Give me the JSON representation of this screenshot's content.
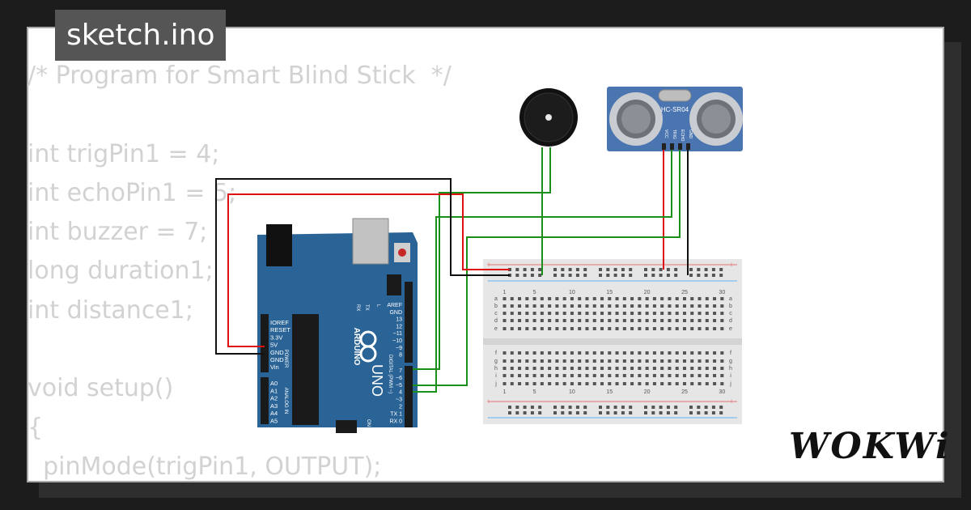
{
  "tab": {
    "title": "sketch.ino"
  },
  "code": {
    "lines": [
      "/* Program for Smart Blind Stick  */",
      "",
      "int trigPin1 = 4;",
      "int echoPin1 = 5;",
      "int buzzer = 7;",
      "long duration1;",
      "int distance1;",
      "",
      "void setup()",
      "{",
      "  pinMode(trigPin1, OUTPUT);"
    ]
  },
  "sensor": {
    "model": "HC-SR04",
    "pins": [
      "VCC",
      "TRIG",
      "ECHO",
      "GND"
    ]
  },
  "arduino": {
    "brand": "ARDUINO",
    "model": "UNO",
    "on_label": "ON",
    "power_header": [
      "IOREF",
      "RESET",
      "3.3V",
      "5V",
      "GND",
      "GND",
      "Vin"
    ],
    "power_title": "POWER",
    "analog_header": [
      "A0",
      "A1",
      "A2",
      "A3",
      "A4",
      "A5"
    ],
    "analog_title": "ANALOG IN",
    "digital_top": [
      "AREF",
      "GND",
      "13",
      "12",
      "~11",
      "~10",
      "~9",
      "8"
    ],
    "digital_bottom": [
      "7",
      "~6",
      "~5",
      "4",
      "~3",
      "2",
      "TX 1",
      "RX 0"
    ],
    "digital_title": "DIGITAL (PWM ~)",
    "leds": [
      "TX",
      "RX",
      "L"
    ]
  },
  "breadboard": {
    "col_numbers": [
      "1",
      "5",
      "10",
      "15",
      "20",
      "25",
      "30"
    ],
    "row_letters_top": [
      "a",
      "b",
      "c",
      "d",
      "e"
    ],
    "row_letters_bottom": [
      "f",
      "g",
      "h",
      "i",
      "j"
    ],
    "rail_plus": "+",
    "rail_minus": "-"
  },
  "branding": {
    "logo": "WOKWi"
  },
  "colors": {
    "wire_red": "#dd1111",
    "wire_black": "#111111",
    "wire_green": "#1a8f1a",
    "board_blue": "#2a6496",
    "sensor_blue": "#4a75b0"
  }
}
